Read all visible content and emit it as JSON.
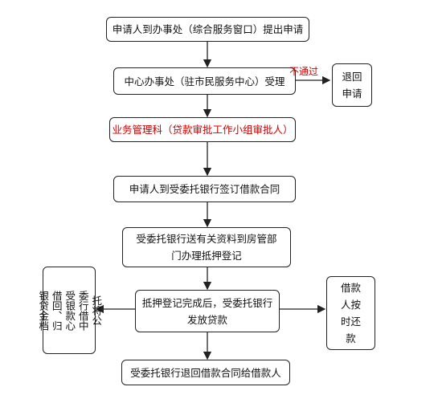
{
  "nodes": {
    "apply": "申请人到办事处（综合服务窗口）提出申请",
    "accept": "中心办事处（驻市民服务中心）受理",
    "return_apply": [
      "退回",
      "申请"
    ],
    "business": "业务管理科（贷款审批工作小组审批人）",
    "contract": "申请人到受委托银行签订借款合同",
    "mortgage": [
      "受委托银行送有关资料到房管部",
      "门办理抵押登记"
    ],
    "release": [
      "抵押登记完成后，受委托银行",
      "发放贷款"
    ],
    "repay": [
      "借款",
      "人按",
      "时还",
      "款"
    ],
    "bank_collect": [
      "托将公",
      "委行借中",
      "受银款心",
      "借回、归",
      "银贷金档"
    ],
    "return_contract": "受委托银行退回借款合同给借款人"
  },
  "edges": {
    "reject_label": "不通过"
  },
  "colors": {
    "line": "#222222",
    "highlight": "#d40000"
  }
}
